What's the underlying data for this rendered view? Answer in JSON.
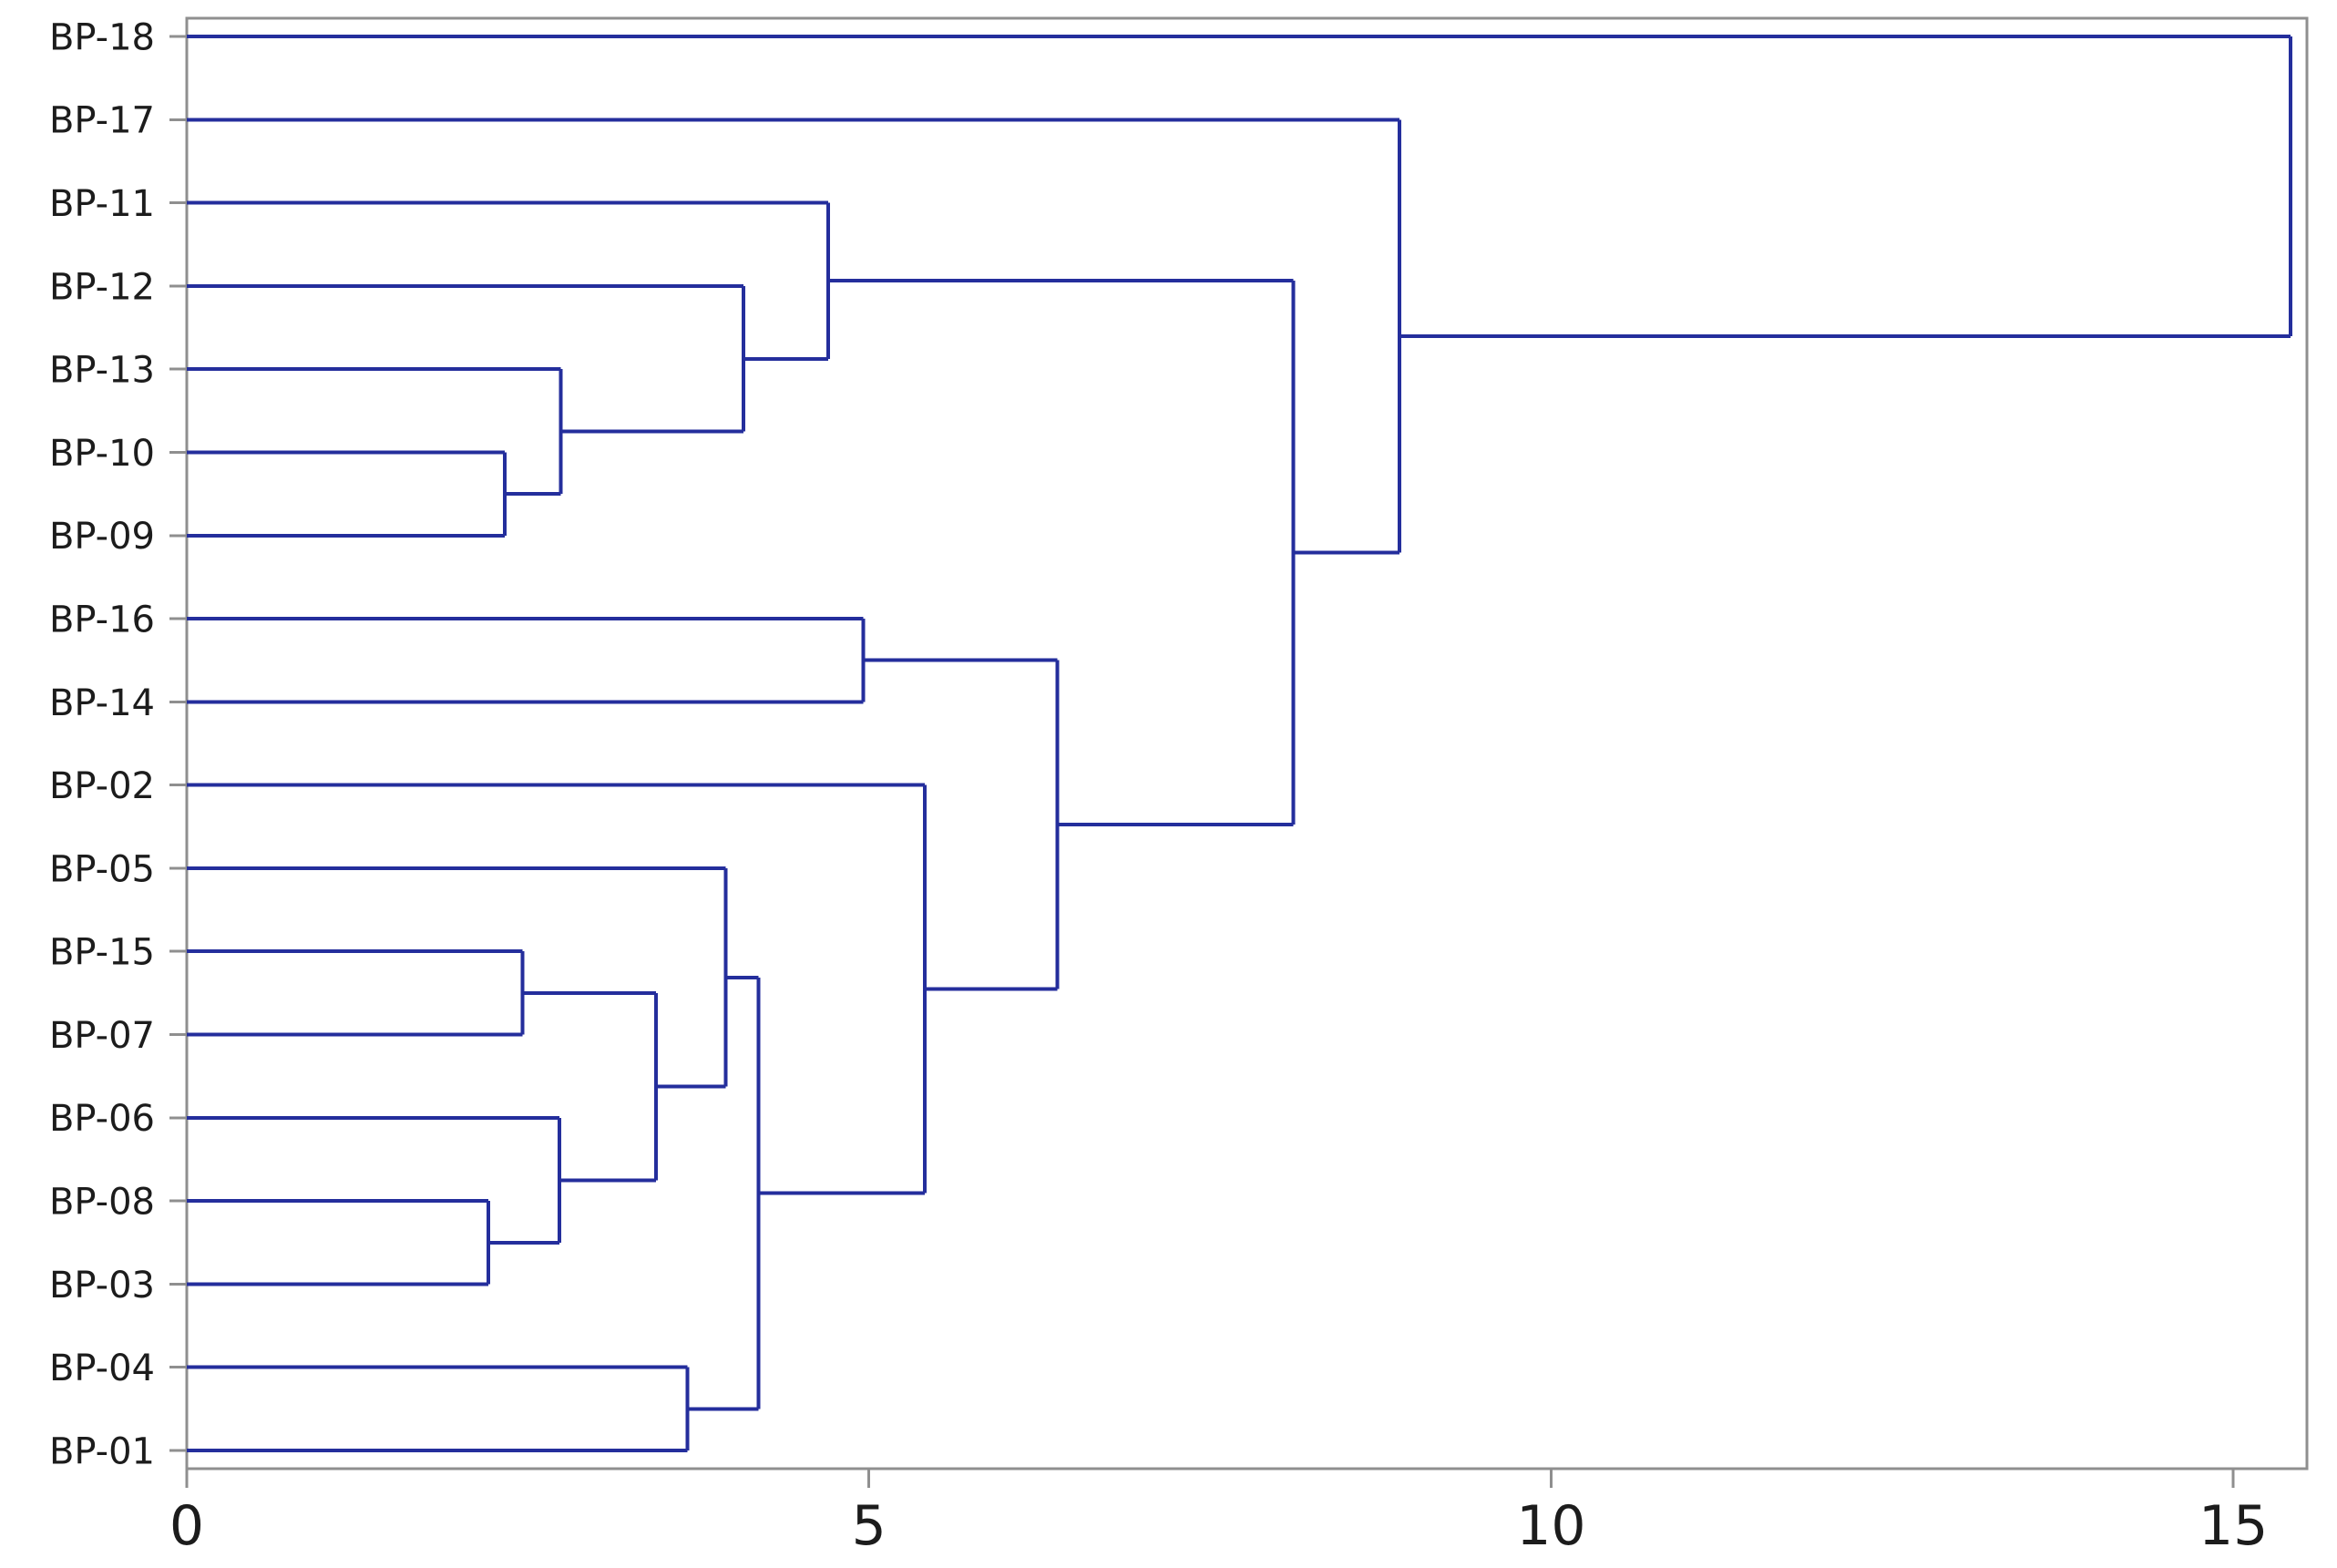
{
  "figure": {
    "background_color": "#ffffff",
    "kind": "hierarchical-clustering-dendrogram"
  },
  "chart_data": {
    "type": "dendrogram",
    "orientation": "horizontal-left-rooted-right",
    "title": "",
    "xlabel": "",
    "ylabel": "",
    "grid": false,
    "legend": "none",
    "line_color": "#242e9c",
    "frame_color": "#8f8f8f",
    "label_color": "#1c1c1c",
    "x_axis": {
      "ticks": [
        0,
        5,
        10,
        15
      ],
      "range": [
        0,
        15.54
      ]
    },
    "leaves_top_to_bottom": [
      "BP-18",
      "BP-17",
      "BP-11",
      "BP-12",
      "BP-13",
      "BP-10",
      "BP-09",
      "BP-16",
      "BP-14",
      "BP-02",
      "BP-05",
      "BP-15",
      "BP-07",
      "BP-06",
      "BP-08",
      "BP-03",
      "BP-04",
      "BP-01"
    ],
    "merge_distances": {
      "BP-10+BP-09": 2.33,
      "BP-13+(10,09)": 2.74,
      "BP-12+(13,10,09)": 4.08,
      "BP-11+(12,13,10,09)": 4.7,
      "BP-16+BP-14": 4.96,
      "BP-15+BP-07": 2.46,
      "BP-08+BP-03": 2.21,
      "BP-06+(08,03)": 2.73,
      "(15,07)+(06,08,03)": 3.44,
      "BP-05+(15,07,06,08,03)": 3.95,
      "BP-04+BP-01": 3.67,
      "(05,15,07,06,08,03)+(04,01)": 4.19,
      "BP-02+lower-cluster": 5.41,
      "(16,14)+(02,lower)": 6.38,
      "upper-cluster+middle-cluster": 8.11,
      "BP-17+rest": 8.89,
      "BP-18+rest(root)": 15.42
    },
    "tree": {
      "d": 15.42,
      "children": [
        {
          "leaf": "BP-18"
        },
        {
          "d": 8.89,
          "children": [
            {
              "leaf": "BP-17"
            },
            {
              "d": 8.11,
              "children": [
                {
                  "d": 4.7,
                  "children": [
                    {
                      "leaf": "BP-11"
                    },
                    {
                      "d": 4.08,
                      "children": [
                        {
                          "leaf": "BP-12"
                        },
                        {
                          "d": 2.74,
                          "children": [
                            {
                              "leaf": "BP-13"
                            },
                            {
                              "d": 2.33,
                              "children": [
                                {
                                  "leaf": "BP-10"
                                },
                                {
                                  "leaf": "BP-09"
                                }
                              ]
                            }
                          ]
                        }
                      ]
                    }
                  ]
                },
                {
                  "d": 6.38,
                  "children": [
                    {
                      "d": 4.96,
                      "children": [
                        {
                          "leaf": "BP-16"
                        },
                        {
                          "leaf": "BP-14"
                        }
                      ]
                    },
                    {
                      "d": 5.41,
                      "children": [
                        {
                          "leaf": "BP-02"
                        },
                        {
                          "d": 4.19,
                          "children": [
                            {
                              "d": 3.95,
                              "children": [
                                {
                                  "leaf": "BP-05"
                                },
                                {
                                  "d": 3.44,
                                  "children": [
                                    {
                                      "d": 2.46,
                                      "children": [
                                        {
                                          "leaf": "BP-15"
                                        },
                                        {
                                          "leaf": "BP-07"
                                        }
                                      ]
                                    },
                                    {
                                      "d": 2.73,
                                      "children": [
                                        {
                                          "leaf": "BP-06"
                                        },
                                        {
                                          "d": 2.21,
                                          "children": [
                                            {
                                              "leaf": "BP-08"
                                            },
                                            {
                                              "leaf": "BP-03"
                                            }
                                          ]
                                        }
                                      ]
                                    }
                                  ]
                                }
                              ]
                            },
                            {
                              "d": 3.67,
                              "children": [
                                {
                                  "leaf": "BP-04"
                                },
                                {
                                  "leaf": "BP-01"
                                }
                              ]
                            }
                          ]
                        }
                      ]
                    }
                  ]
                }
              ]
            }
          ]
        }
      ]
    }
  }
}
